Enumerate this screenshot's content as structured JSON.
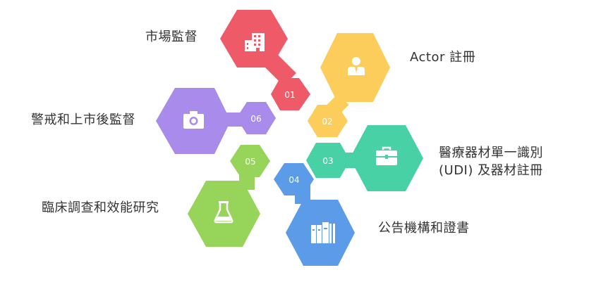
{
  "colors": {
    "red": "#ee5a68",
    "yellow": "#fccd5b",
    "teal": "#48d1a5",
    "blue": "#5b9be8",
    "lime": "#97d45a",
    "purple": "#a98bec",
    "text": "#333333"
  },
  "items": [
    {
      "number": "01",
      "label": "市場監督",
      "color": "#ee5a68",
      "icon": "building-icon"
    },
    {
      "number": "02",
      "label": "Actor 註冊",
      "color": "#fccd5b",
      "icon": "person-icon"
    },
    {
      "number": "03",
      "label_lines": [
        "醫療器材單一識別",
        "(UDI) 及器材註冊"
      ],
      "color": "#48d1a5",
      "icon": "briefcase-icon"
    },
    {
      "number": "04",
      "label": "公告機構和證書",
      "color": "#5b9be8",
      "icon": "books-icon"
    },
    {
      "number": "05",
      "label": "臨床調查和效能研究",
      "color": "#97d45a",
      "icon": "flask-icon"
    },
    {
      "number": "06",
      "label": "警戒和上市後監督",
      "color": "#a98bec",
      "icon": "camera-icon"
    }
  ]
}
